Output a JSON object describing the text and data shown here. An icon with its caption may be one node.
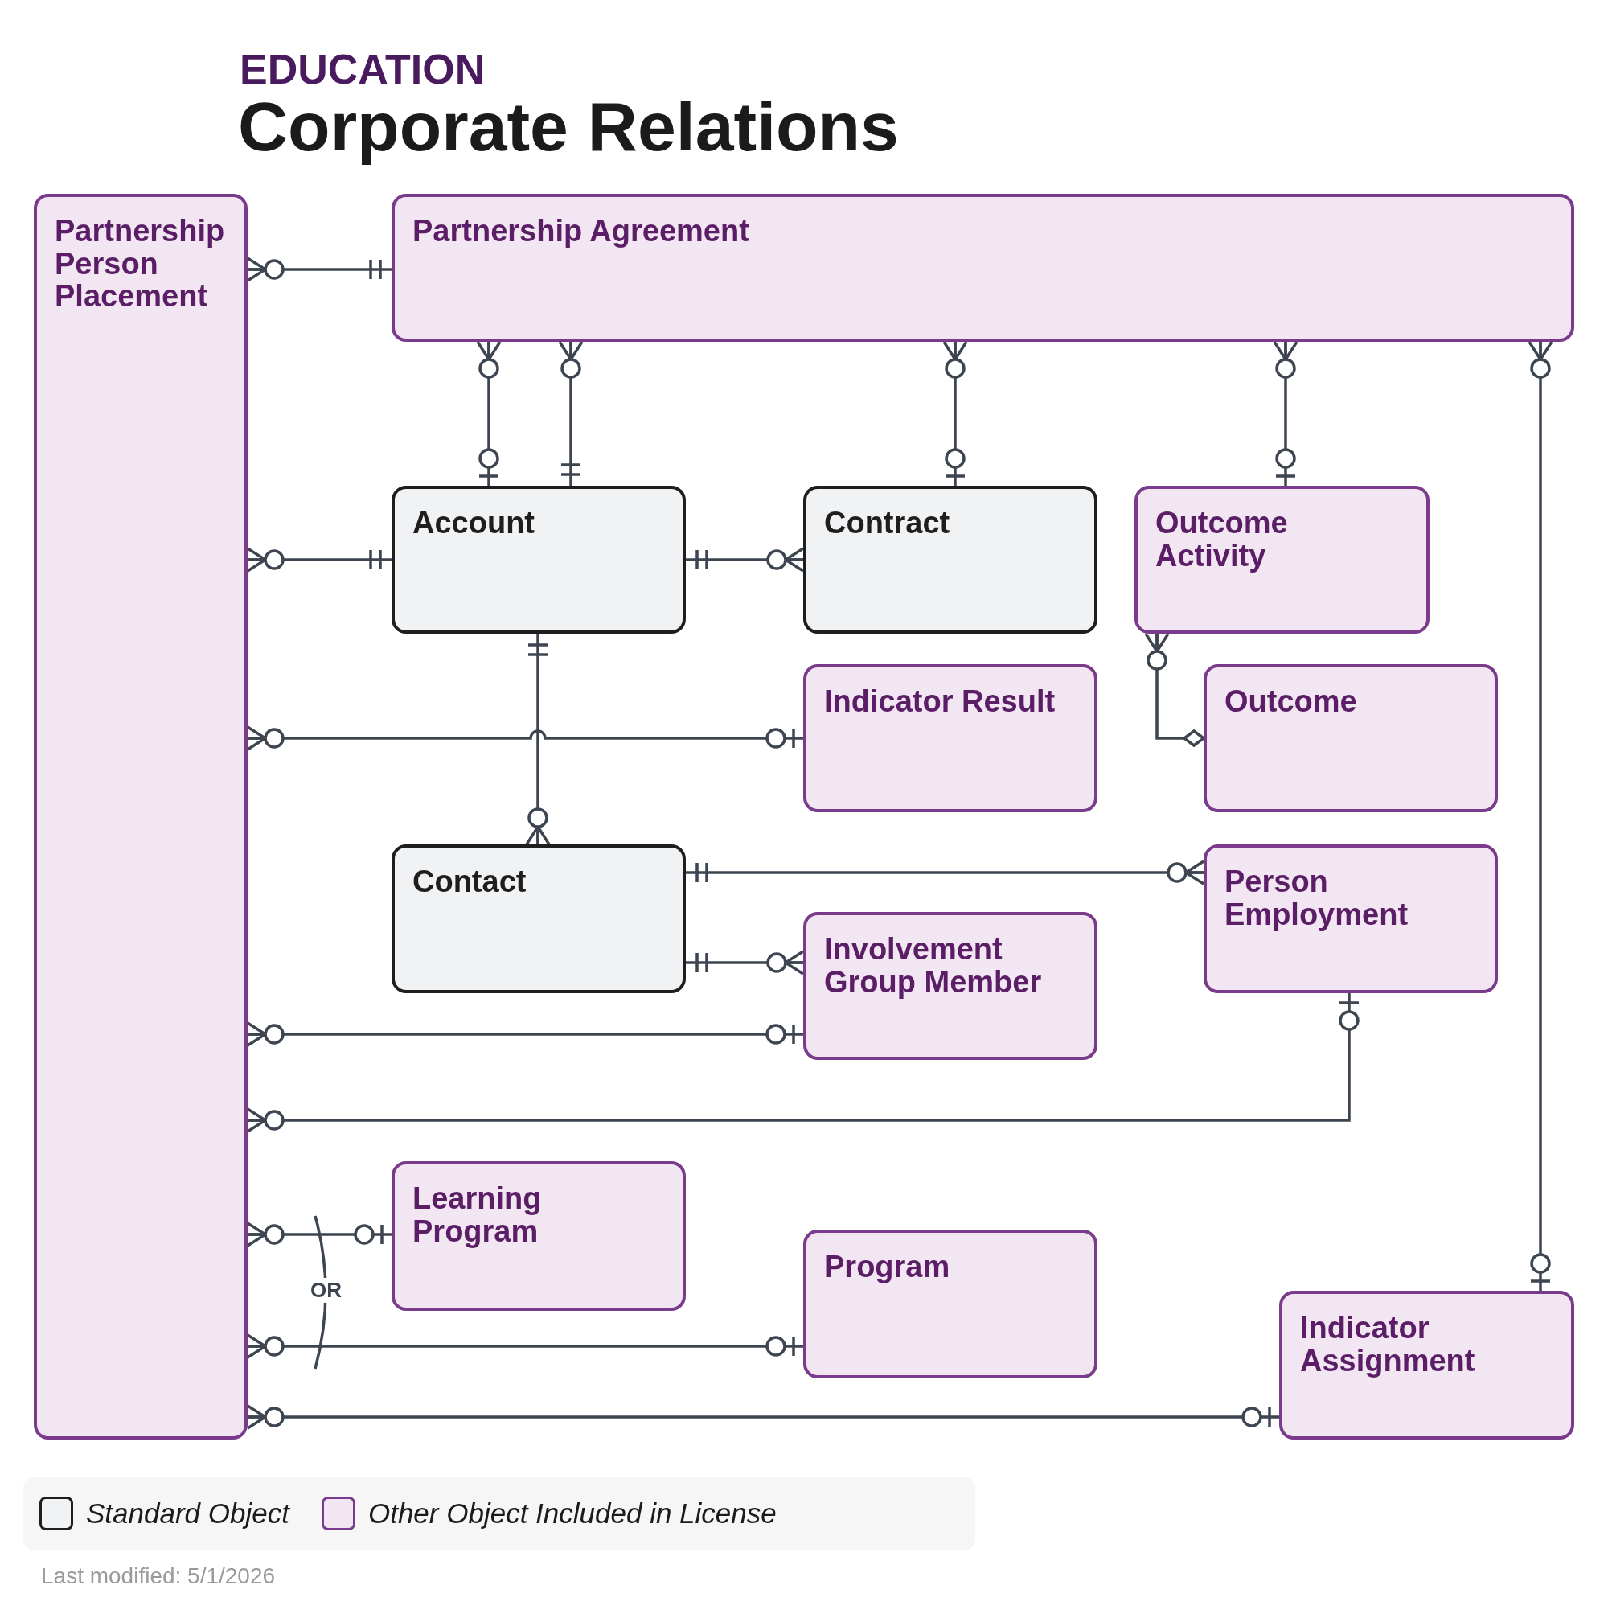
{
  "diagram": {
    "title": "Corporate Relations",
    "nodes": [
      {
        "text": [
          "Partnership Person Placement"
        ]
      },
      {
        "text": [
          "Partnership Agreement"
        ]
      },
      {
        "text": [
          "Account"
        ]
      },
      {
        "text": [
          "Contract"
        ]
      },
      {
        "text": [
          "Outcome Activity"
        ]
      },
      {
        "text": [
          "Indicator Result"
        ]
      },
      {
        "text": [
          "Outcome"
        ]
      },
      {
        "text": [
          "Contact"
        ]
      },
      {
        "text": [
          "Person Employment"
        ]
      },
      {
        "text": [
          "Involvement Group Member"
        ]
      },
      {
        "text": [
          "Learning Program"
        ]
      },
      {
        "text": [
          "Program"
        ]
      },
      {
        "text": [
          "Indicator Assignment"
        ]
      }
    ],
    "edges": [
      {
        "from": 0,
        "to": 1,
        "arrow": "other"
      },
      {
        "from": 1,
        "to": 2,
        "arrow": "other"
      },
      {
        "from": 1,
        "to": 2,
        "arrow": "other"
      },
      {
        "from": 1,
        "to": 3,
        "arrow": "other"
      },
      {
        "from": 1,
        "to": 4,
        "arrow": "other"
      },
      {
        "from": 1,
        "to": 12,
        "arrow": "other"
      },
      {
        "from": 0,
        "to": 2,
        "arrow": "other"
      },
      {
        "from": 2,
        "to": 3,
        "arrow": "other"
      },
      {
        "from": 2,
        "to": 7,
        "arrow": "other"
      },
      {
        "from": 0,
        "to": 5,
        "arrow": "other"
      },
      {
        "from": 4,
        "to": 6,
        "arrow": "other"
      },
      {
        "from": 7,
        "to": 8,
        "arrow": "other"
      },
      {
        "from": 7,
        "to": 9,
        "arrow": "other"
      },
      {
        "from": 0,
        "to": 9,
        "arrow": "other"
      },
      {
        "from": 0,
        "to": 8,
        "arrow": "other"
      },
      {
        "from": 0,
        "to": 10,
        "arrow": "other"
      },
      {
        "from": 0,
        "to": 11,
        "arrow": "other"
      },
      {
        "from": 0,
        "to": 12,
        "arrow": "other"
      }
    ],
    "labels": [
      "EDUCATION",
      "OR",
      "Last modified: 5/1/2026"
    ],
    "legend": [
      {
        "text": "Standard Object",
        "color": "#f1f2f4"
      },
      {
        "text": "Other Object Included in License",
        "color": "#f1e6f1"
      }
    ]
  }
}
